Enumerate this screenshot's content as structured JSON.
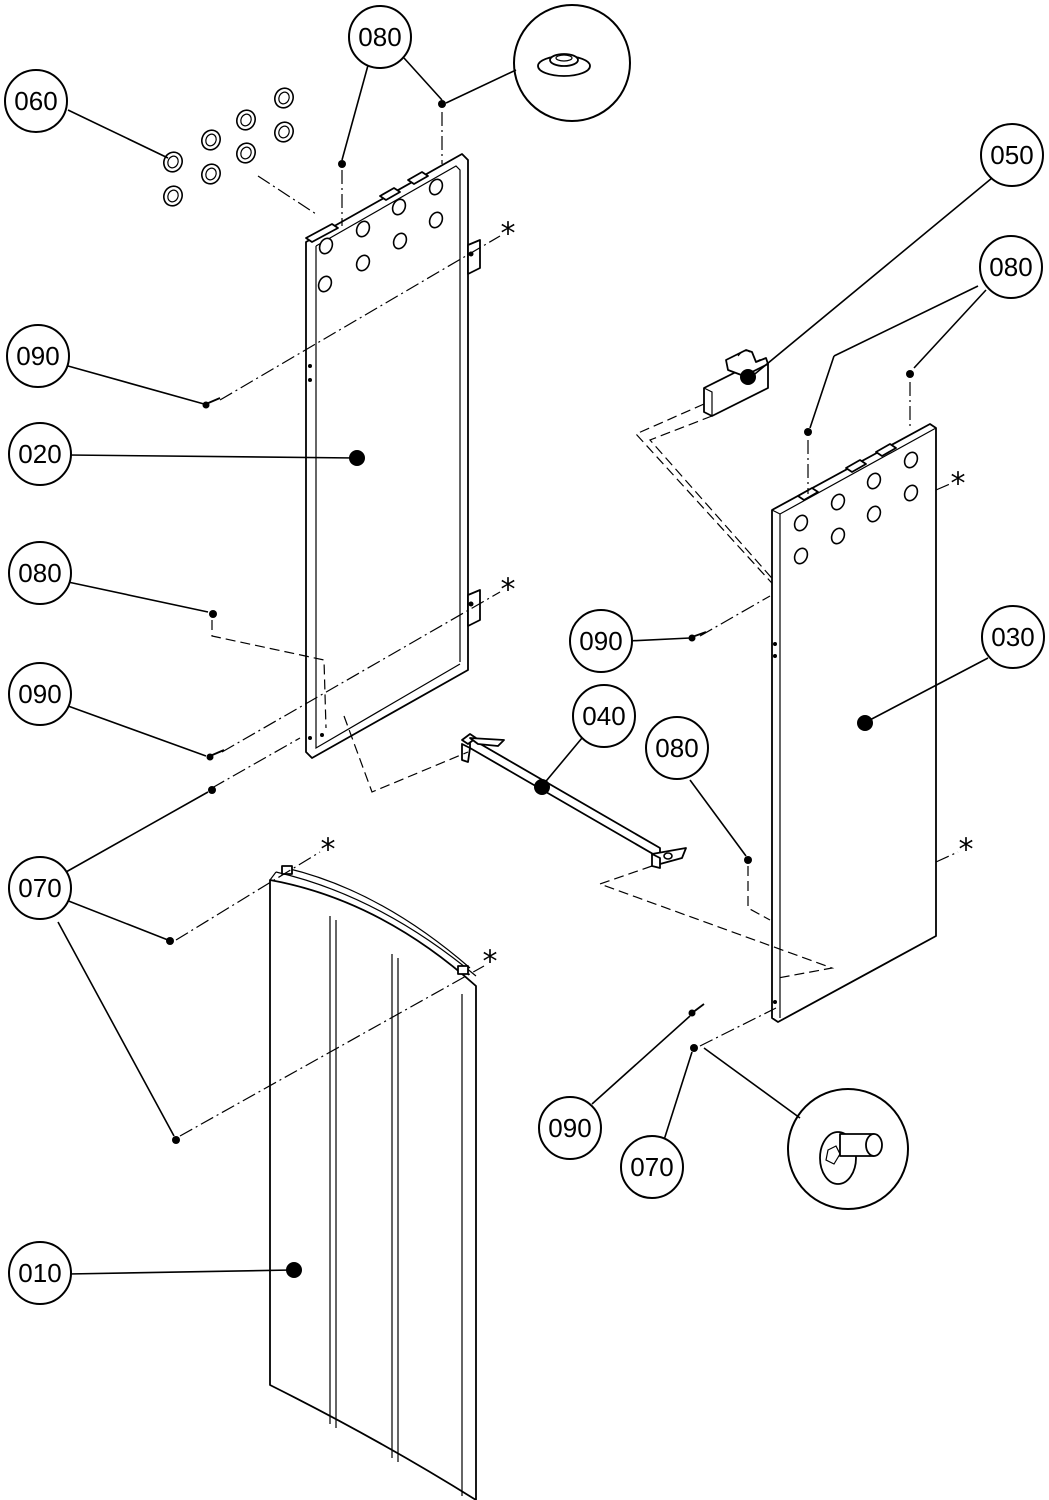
{
  "callouts": {
    "c060": "060",
    "c080_top": "080",
    "c050": "050",
    "c080_right": "080",
    "c090_a": "090",
    "c020": "020",
    "c080_left": "080",
    "c090_b": "090",
    "c090_right": "090",
    "c030": "030",
    "c040": "040",
    "c080_mid": "080",
    "c070": "070",
    "c090_bottom": "090",
    "c070_bottom": "070",
    "c010": "010"
  },
  "markers": {
    "alignment_symbol": "*"
  }
}
